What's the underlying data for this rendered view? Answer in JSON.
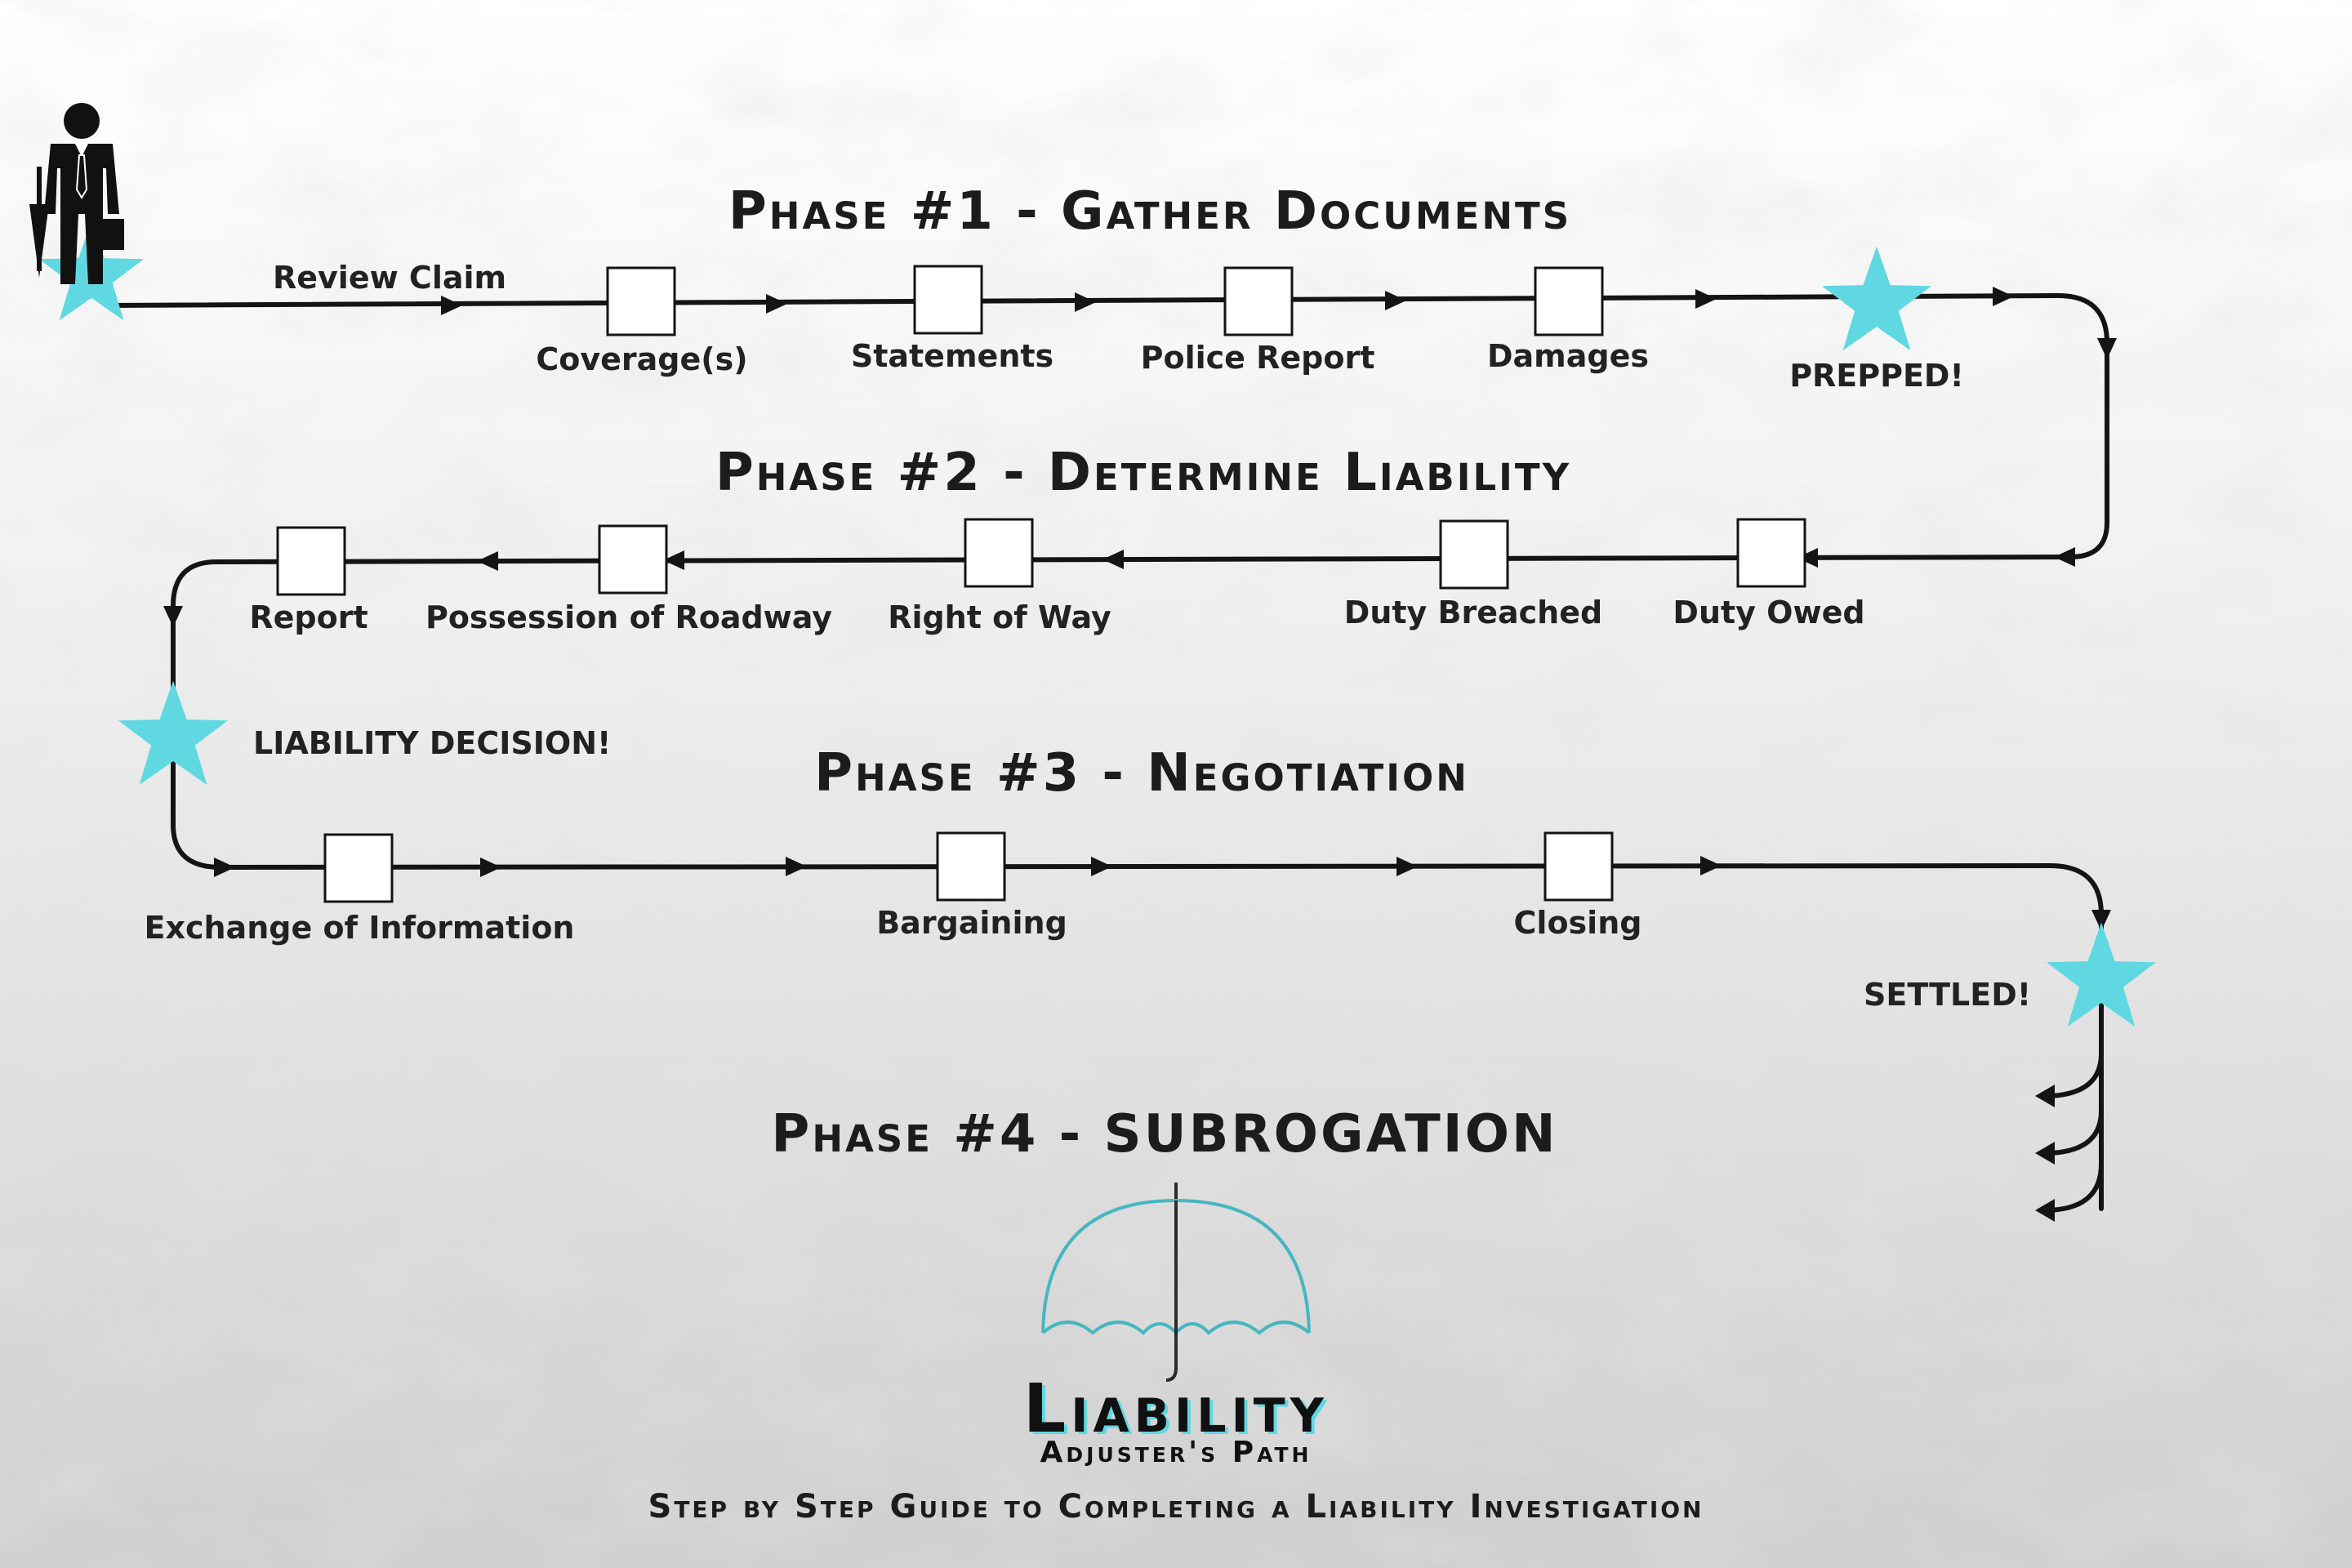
{
  "phases": {
    "p1": "Phase #1 - Gather Documents",
    "p2": "Phase #2 - Determine Liability",
    "p3": "Phase #3 - Negotiation",
    "p4": "Phase #4 - SUBROGATION"
  },
  "steps": {
    "review_claim": "Review Claim",
    "coverage": "Coverage(s)",
    "statements": "Statements",
    "police_report": "Police Report",
    "damages": "Damages",
    "prepped": "PREPPED!",
    "duty_owed": "Duty Owed",
    "duty_breached": "Duty Breached",
    "right_of_way": "Right of Way",
    "possession": "Possession of Roadway",
    "report": "Report",
    "liability_decision": "LIABILITY DECISION!",
    "exchange": "Exchange of Information",
    "bargaining": "Bargaining",
    "closing": "Closing",
    "settled": "SETTLED!"
  },
  "brand": {
    "title": "Liability",
    "subtitle": "Adjuster's Path",
    "guide": "Step by Step Guide to Completing a Liability Investigation"
  },
  "colors": {
    "accent": "#5fd8e2",
    "ink": "#111111"
  },
  "icons": [
    "adjuster-person-icon",
    "umbrella-icon",
    "milestone-star-icon",
    "checkbox-icon",
    "arrow-icon"
  ]
}
